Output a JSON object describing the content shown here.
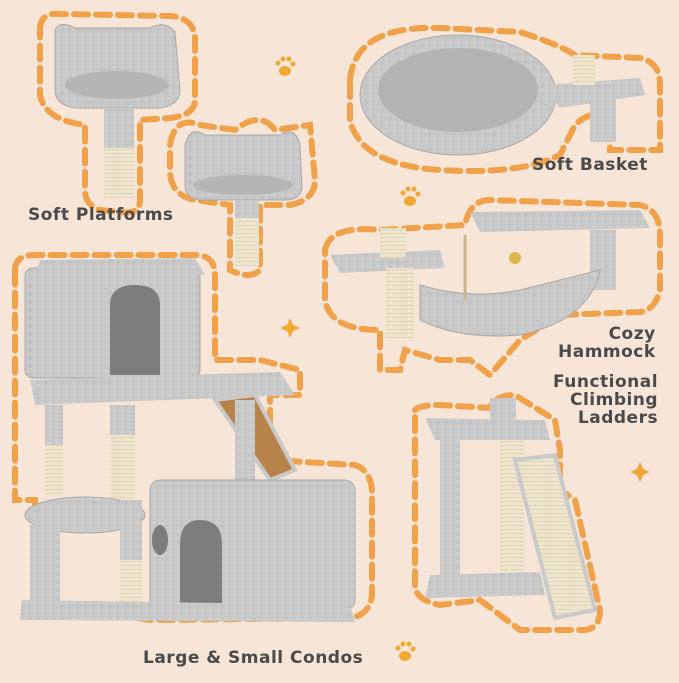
{
  "labels": {
    "soft_platforms": "Soft Platforms",
    "soft_basket": "Soft Basket",
    "cozy_hammock": [
      "Cozy",
      "Hammock"
    ],
    "functional_ladders": [
      "Functional",
      "Climbing",
      "Ladders"
    ],
    "condos": "Large & Small Condos"
  },
  "colors": {
    "background": "#f7e6d8",
    "dashed_outline": "#f0a14a",
    "plush": "#c9c9c9",
    "sisal": "#efe6cf",
    "paw": "#f1a731",
    "text": "#4a4a4a"
  }
}
